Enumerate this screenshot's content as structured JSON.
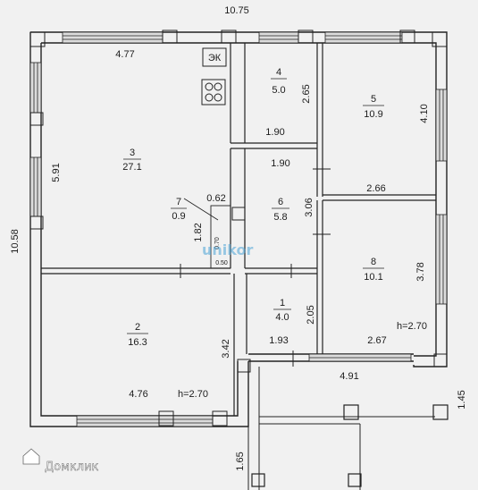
{
  "dimensions": {
    "top_overall": "10.75",
    "left_overall": "10.58",
    "right_porch": "1.45",
    "porch_bottom": "1.65",
    "room3_width": "4.77",
    "room3_height": "5.91",
    "room4_height": "2.65",
    "room5_height": "4.10",
    "corr_top": "1.90",
    "corr_bottom": "1.90",
    "room5_width": "2.66",
    "room6_height": "3.06",
    "closet_width": "0.62",
    "closet_height": "1.82",
    "closet_inner": "0.70",
    "closet_bottom": "0.50",
    "room8_height": "3.78",
    "room1_height": "2.05",
    "room1_width": "1.93",
    "room8_width": "2.67",
    "room2_height": "3.42",
    "room2_width": "4.76",
    "porch_width": "4.91",
    "ceiling_right": "h=2.70",
    "ceiling_left": "h=2.70"
  },
  "rooms": [
    {
      "num": "1",
      "area": "4.0"
    },
    {
      "num": "2",
      "area": "16.3"
    },
    {
      "num": "3",
      "area": "27.1"
    },
    {
      "num": "4",
      "area": "5.0"
    },
    {
      "num": "5",
      "area": "10.9"
    },
    {
      "num": "6",
      "area": "5.8"
    },
    {
      "num": "7",
      "area": "0.9"
    },
    {
      "num": "8",
      "area": "10.1"
    }
  ],
  "boiler_label": "ЭК",
  "watermark": "unikor",
  "brand": "Домклик"
}
